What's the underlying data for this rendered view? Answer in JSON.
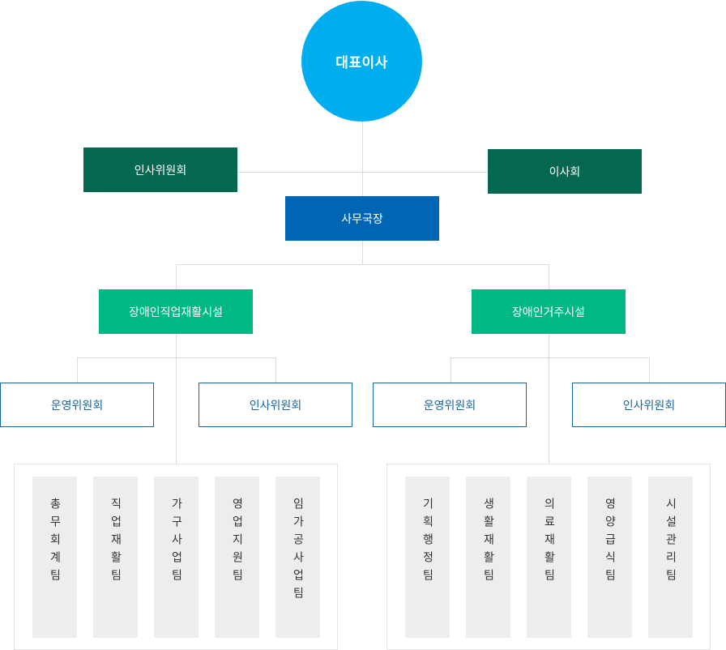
{
  "ceo": "대표이사",
  "committee_top": "인사위원회",
  "board": "이사회",
  "secretary_general": "사무국장",
  "facilities": [
    {
      "name": "장애인직업재활시설",
      "committees": [
        "운영위원회",
        "인사위원회"
      ],
      "teams": [
        "총무회계팀",
        "직업재활팀",
        "가구사업팀",
        "영업지원팀",
        "임가공사업팀"
      ]
    },
    {
      "name": "장애인거주시설",
      "committees": [
        "운영위원회",
        "인사위원회"
      ],
      "teams": [
        "기획행정팀",
        "생활재활팀",
        "의료재활팀",
        "영양급식팀",
        "시설관리팀"
      ]
    }
  ],
  "colors": {
    "ceo": "#00aeef",
    "committee_board": "#03684f",
    "secretary": "#0066b4",
    "facility": "#00b884",
    "committee_outline": "#1766a6",
    "team_bg": "#ededed",
    "connector": "#dcdcdc"
  }
}
